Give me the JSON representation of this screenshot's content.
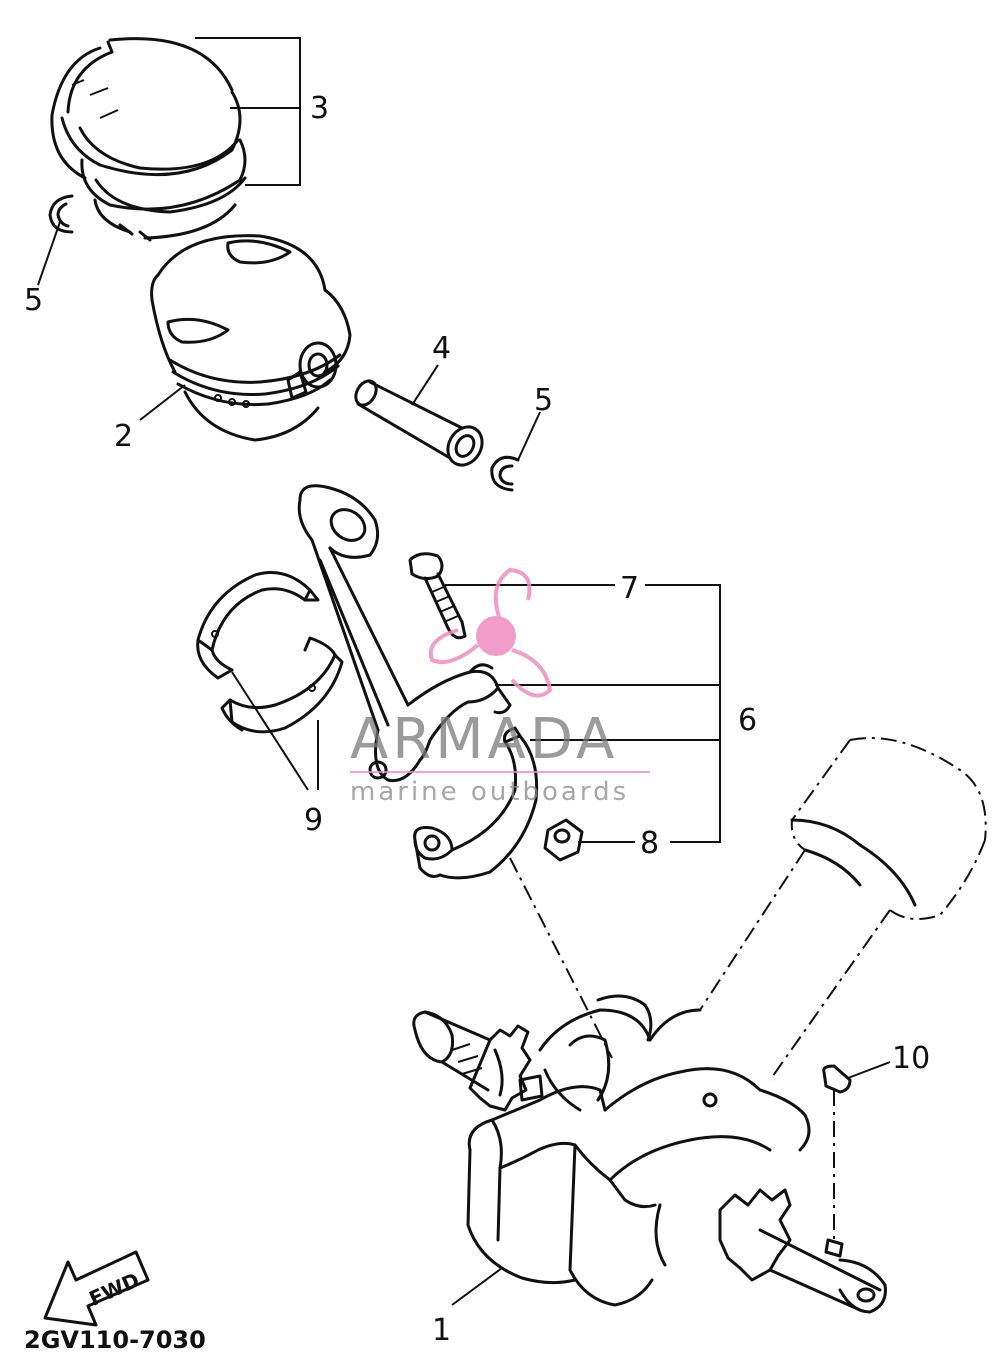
{
  "callouts": {
    "c1": "1",
    "c2": "2",
    "c3": "3",
    "c4": "4",
    "c5a": "5",
    "c5b": "5",
    "c6": "6",
    "c7": "7",
    "c8": "8",
    "c9": "9",
    "c10": "10"
  },
  "diagram_code": "2GV110-7030",
  "fwd_label": "FWD",
  "watermark": {
    "brand": "ARMADA",
    "tagline": "marine outboards",
    "logo_color": "#f08cc0",
    "text_color": "#808080"
  },
  "icons": {
    "fwd_arrow": "arrow-left-icon",
    "logo": "propeller-logo-icon"
  }
}
